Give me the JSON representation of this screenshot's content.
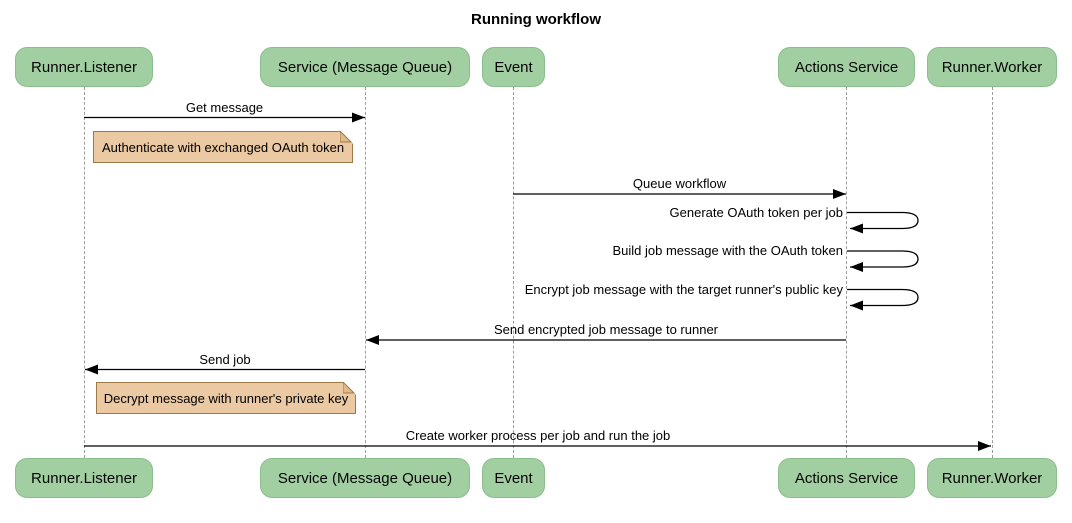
{
  "title": "Running workflow",
  "actors": [
    {
      "label": "Runner.Listener"
    },
    {
      "label": "Service (Message Queue)"
    },
    {
      "label": "Event"
    },
    {
      "label": "Actions Service"
    },
    {
      "label": "Runner.Worker"
    }
  ],
  "messages": [
    {
      "label": "Get message",
      "from": "Runner.Listener",
      "to": "Service (Message Queue)"
    },
    {
      "label": "Queue workflow",
      "from": "Event",
      "to": "Actions Service"
    },
    {
      "label": "Generate OAuth token per job",
      "from": "Actions Service",
      "to": "Actions Service"
    },
    {
      "label": "Build job message with the OAuth token",
      "from": "Actions Service",
      "to": "Actions Service"
    },
    {
      "label": "Encrypt job message with the target runner's public key",
      "from": "Actions Service",
      "to": "Actions Service"
    },
    {
      "label": "Send encrypted job message to runner",
      "from": "Actions Service",
      "to": "Service (Message Queue)"
    },
    {
      "label": "Send job",
      "from": "Service (Message Queue)",
      "to": "Runner.Listener"
    },
    {
      "label": "Create worker process per job and run the job",
      "from": "Runner.Listener",
      "to": "Runner.Worker"
    }
  ],
  "notes": [
    {
      "label": "Authenticate with exchanged OAuth token",
      "anchor": "Runner.Listener"
    },
    {
      "label": "Decrypt message with runner's private key",
      "anchor": "Runner.Listener"
    }
  ],
  "colors": {
    "background": "#ffffff",
    "actor_fill": "#a2cfa2",
    "actor_border": "#8cbd8c",
    "note_fill": "#eac9a3",
    "note_border": "#9c7a45",
    "lifeline": "#9e9e9e",
    "arrow": "#000000",
    "text": "#000000"
  }
}
